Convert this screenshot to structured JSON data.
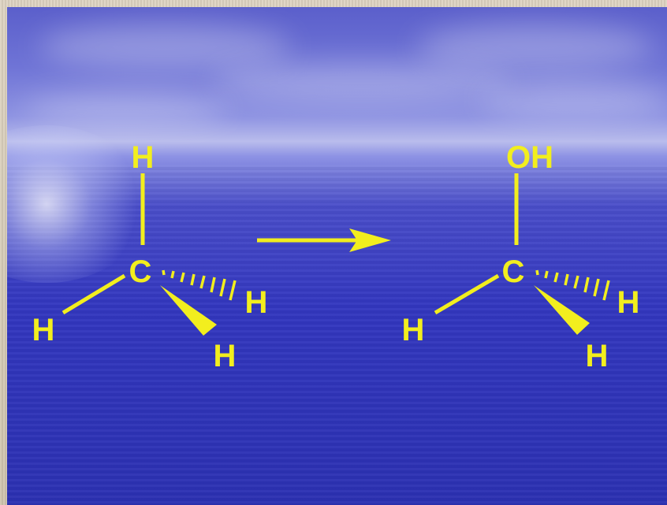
{
  "diagram": {
    "colors": {
      "bond": "#f2ee1e",
      "label": "#f2ee1e",
      "background": "#3035b8"
    },
    "reactant": {
      "top_atom": "H",
      "center_atom": "C",
      "left_atom": "H",
      "hashed_atom": "H",
      "wedge_atom": "H"
    },
    "arrow": {
      "icon": "right-arrow-icon"
    },
    "product": {
      "top_atom": "OH",
      "center_atom": "C",
      "left_atom": "H",
      "hashed_atom": "H",
      "wedge_atom": "H"
    }
  }
}
